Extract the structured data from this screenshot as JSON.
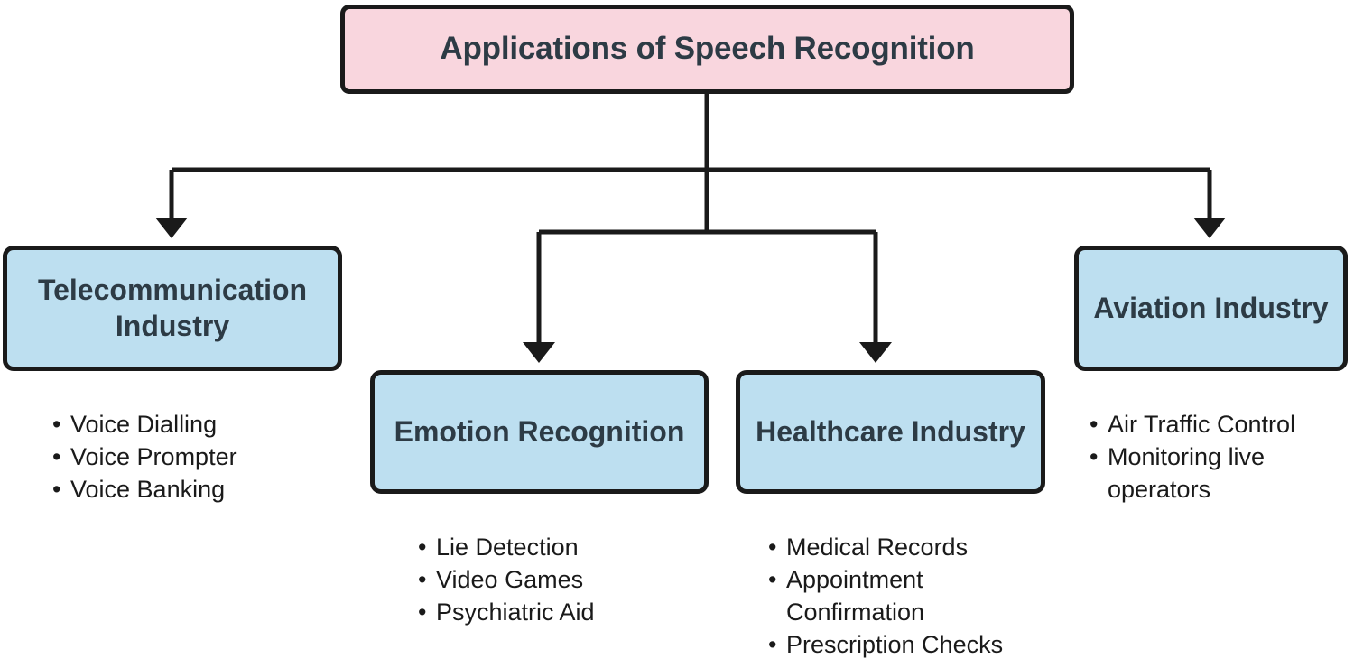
{
  "diagram": {
    "title": "Applications of Speech Recognition",
    "colors": {
      "root_fill": "#f9d6de",
      "branch_fill": "#bddff0",
      "border": "#1a1a1a",
      "node_text": "#2d3b45",
      "bullet_text": "#1a1a1a",
      "background": "#ffffff"
    },
    "root": {
      "label": "Applications of Speech Recognition"
    },
    "branches": [
      {
        "id": "telecommunication",
        "label": "Telecommunication Industry",
        "bullets": [
          "Voice Dialling",
          "Voice Prompter",
          "Voice Banking"
        ]
      },
      {
        "id": "emotion",
        "label": "Emotion Recognition",
        "bullets": [
          "Lie Detection",
          "Video Games",
          "Psychiatric Aid"
        ]
      },
      {
        "id": "healthcare",
        "label": "Healthcare Industry",
        "bullets": [
          "Medical Records",
          "Appointment Confirmation",
          "Prescription Checks"
        ]
      },
      {
        "id": "aviation",
        "label": "Aviation Industry",
        "bullets": [
          "Air Traffic Control",
          "Monitoring live operators"
        ]
      }
    ]
  }
}
